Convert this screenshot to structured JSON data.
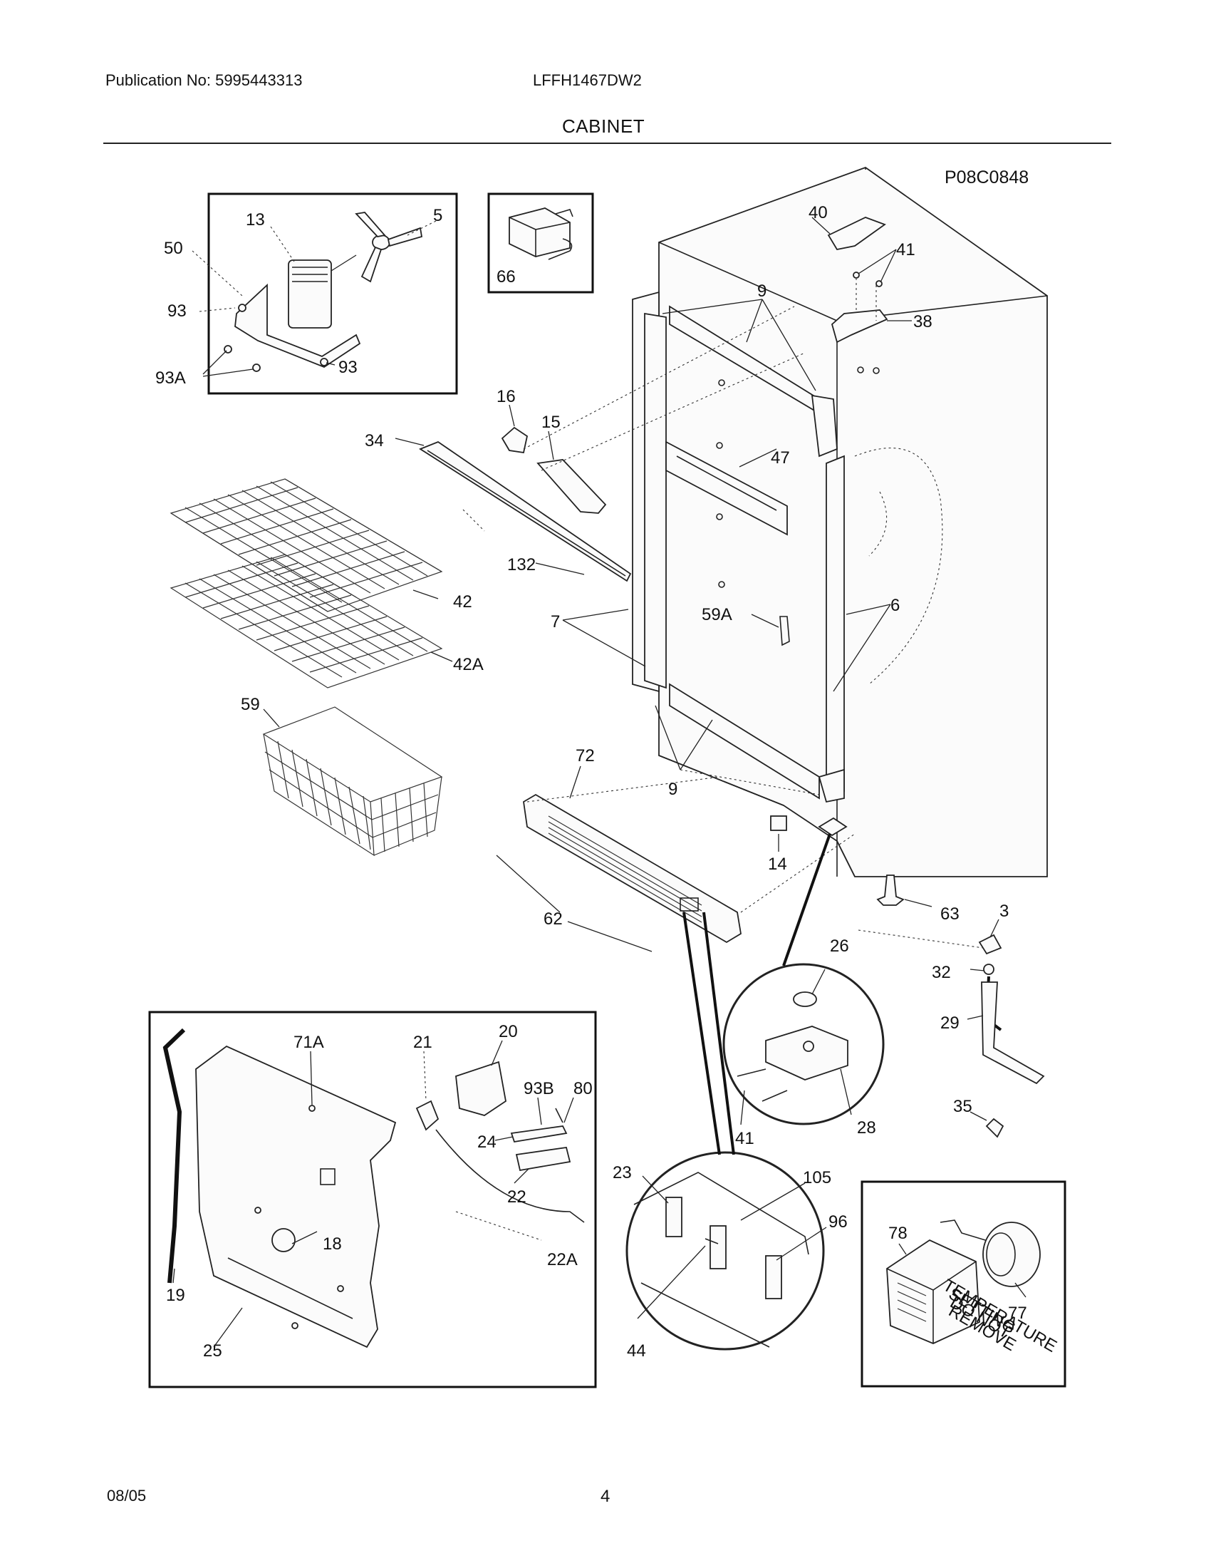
{
  "header": {
    "publication": "Publication No: 5995443313",
    "model": "LFFH1467DW2",
    "title": "CABINET"
  },
  "figure_code": "P08C0848",
  "footer": {
    "date": "08/05",
    "page": "4"
  },
  "callouts": {
    "c13": "13",
    "c5": "5",
    "c50": "50",
    "c93a": "93",
    "c93b": "93",
    "c93A": "93A",
    "c66": "66",
    "c40": "40",
    "c41a": "41",
    "c38": "38",
    "c9a": "9",
    "c9b": "9",
    "c16": "16",
    "c15": "15",
    "c34": "34",
    "c47": "47",
    "c132": "132",
    "c42": "42",
    "c42A": "42A",
    "c7": "7",
    "c59A": "59A",
    "c6": "6",
    "c59": "59",
    "c72": "72",
    "c14": "14",
    "c62": "62",
    "c63": "63",
    "c3": "3",
    "c26": "26",
    "c32": "32",
    "c29": "29",
    "c35": "35",
    "c41b": "41",
    "c28": "28",
    "c71A": "71A",
    "c21": "21",
    "c20": "20",
    "c93B": "93B",
    "c80": "80",
    "c24": "24",
    "c22": "22",
    "c22A": "22A",
    "c18": "18",
    "c19": "19",
    "c25": "25",
    "c23": "23",
    "c105": "105",
    "c96": "96",
    "c44": "44",
    "c78": "78",
    "c77": "77"
  },
  "decal_text": [
    "TEMPERATURE",
    "SETTING",
    "DO NOT",
    "REMOVE"
  ]
}
